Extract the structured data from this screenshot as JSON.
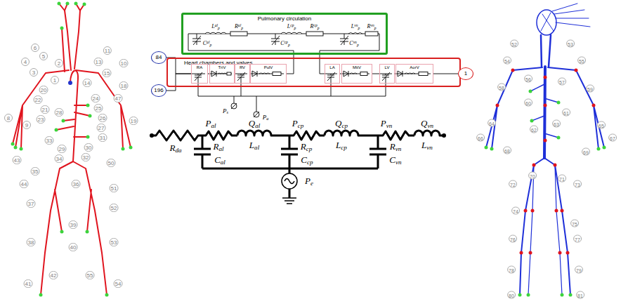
{
  "diagram": {
    "nodes": [
      {
        "text": [
          "Pulmonary circulation"
        ]
      },
      {
        "text": [
          "Heart chambers and valves"
        ]
      },
      {
        "text": [
          "RA"
        ],
        "in": 1
      },
      {
        "text": [
          "TriV"
        ],
        "in": 1
      },
      {
        "text": [
          "RV"
        ],
        "in": 1
      },
      {
        "text": [
          "PulV"
        ],
        "in": 1
      },
      {
        "text": [
          "LA"
        ],
        "in": 1
      },
      {
        "text": [
          "MitV"
        ],
        "in": 1
      },
      {
        "text": [
          "LV"
        ],
        "in": 1
      },
      {
        "text": [
          "AorV"
        ],
        "in": 1
      },
      {
        "text": [
          "84"
        ]
      },
      {
        "text": [
          "196"
        ]
      },
      {
        "text": [
          "1"
        ]
      }
    ],
    "edges": [
      {
        "from": 10,
        "to": 2,
        "arrow": "none"
      },
      {
        "from": 11,
        "to": 2,
        "arrow": "none"
      },
      {
        "from": 2,
        "to": 3,
        "arrow": "none"
      },
      {
        "from": 3,
        "to": 4,
        "arrow": "none"
      },
      {
        "from": 4,
        "to": 5,
        "arrow": "none"
      },
      {
        "from": 5,
        "to": 0,
        "arrow": "none"
      },
      {
        "from": 0,
        "to": 6,
        "arrow": "none"
      },
      {
        "from": 6,
        "to": 7,
        "arrow": "none"
      },
      {
        "from": 7,
        "to": 8,
        "arrow": "none"
      },
      {
        "from": 8,
        "to": 9,
        "arrow": "none"
      },
      {
        "from": 9,
        "to": 12,
        "arrow": "none"
      }
    ],
    "labels": [
      "Calp",
      "Lalp",
      "Ralp",
      "Ccpp",
      "Lcpp",
      "Rcpp",
      "Cvnp",
      "Lvnp",
      "Rvnp",
      "Ps",
      "Pa",
      "Pal",
      "Qal",
      "Pcp",
      "Qcp",
      "Pvn",
      "Qvn",
      "Rda",
      "Ral",
      "Lal",
      "Rcp",
      "Lcp",
      "Rvn",
      "Lvn",
      "Cal",
      "Ccp",
      "Cvn",
      "Pe",
      "6",
      "11",
      "4",
      "5",
      "3",
      "15",
      "13",
      "10",
      "1",
      "2",
      "14",
      "20",
      "18",
      "22",
      "21",
      "23",
      "24",
      "25",
      "26",
      "27",
      "28",
      "33",
      "29",
      "30",
      "31",
      "32",
      "34",
      "47",
      "8",
      "9",
      "19",
      "43",
      "50",
      "44",
      "51",
      "35",
      "36",
      "37",
      "52",
      "39",
      "38",
      "53",
      "40",
      "41",
      "42",
      "55",
      "54",
      "52",
      "53",
      "54",
      "55",
      "56",
      "57",
      "58",
      "59",
      "60",
      "61",
      "62",
      "63",
      "64",
      "65",
      "66",
      "67",
      "68",
      "69",
      "70",
      "71",
      "72",
      "73",
      "74",
      "75",
      "76",
      "77",
      "78",
      "79",
      "80",
      "81"
    ]
  }
}
